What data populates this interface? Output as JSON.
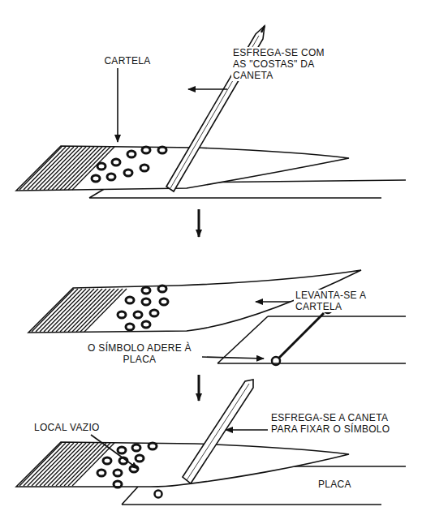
{
  "diagram": {
    "labels": [
      "CARTELA",
      "ESFREGA-SE COM AS \"COSTAS\" DA CANETA",
      "LEVANTA-SE A CARTELA",
      "O SÍMBOLO ADERE À PLACA",
      "LOCAL VAZIO",
      "ESFREGA-SE A CANETA PARA FIXAR O SÍMBOLO",
      "PLACA"
    ]
  }
}
